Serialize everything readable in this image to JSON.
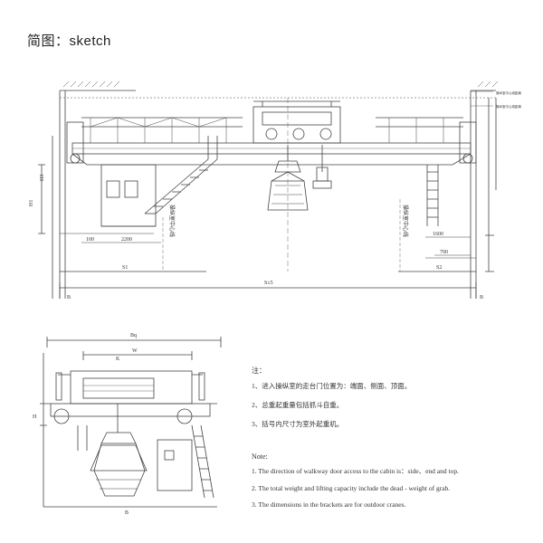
{
  "header": {
    "title": "简图：sketch"
  },
  "top_view": {
    "dims": {
      "span": "S±5",
      "s1": "S1",
      "s2": "S2",
      "b_left": "B",
      "b_right": "B",
      "h1": "H1",
      "d100": "100",
      "d2200": "2200",
      "d700": "700",
      "d1600": "1600",
      "h_left": "H3",
      "center_label": "操纵室中心线",
      "cabin_center": "操纵室中心线",
      "legend_1": "操纵室中心线距离",
      "legend_2": "操纵室中心线距离"
    }
  },
  "side_view": {
    "dims": {
      "bq": "Bq",
      "w": "W",
      "k": "K",
      "h": "H",
      "b": "B"
    }
  },
  "notes": {
    "cn_heading": "注：",
    "cn_items": [
      "1、进入操纵室的走台门位置为：端面、侧面、顶面。",
      "2、总重起重量包括抓斗自重。",
      "3、括号内尺寸为室外起重机。"
    ],
    "en_heading": "Note:",
    "en_items": [
      "1. The direction of walkway door access to the cabin is：side、end and top.",
      "2. The total weight and lifting capacity include the dead - weight of grab.",
      "3. The dimensions in the brackets are for outdoor cranes."
    ]
  }
}
